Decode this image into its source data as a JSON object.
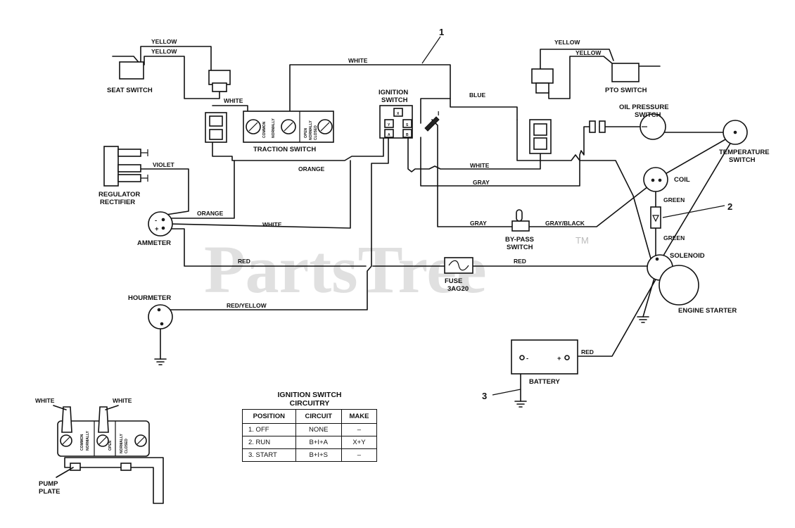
{
  "components": {
    "seat_switch": "SEAT SWITCH",
    "pto_switch": "PTO SWITCH",
    "traction_switch": "TRACTION SWITCH",
    "ignition_switch": [
      "IGNITION",
      "SWITCH"
    ],
    "oil_pressure_switch": [
      "OIL PRESSURE",
      "SWITCH"
    ],
    "temperature_switch": [
      "TEMPERATURE",
      "SWITCH"
    ],
    "regulator_rectifier": [
      "REGULATOR",
      "RECTIFIER"
    ],
    "ammeter": "AMMETER",
    "coil": "COIL",
    "bypass_switch": [
      "BY-PASS",
      "SWITCH"
    ],
    "solenoid": "SOLENOID",
    "engine_starter": "ENGINE STARTER",
    "fuse": [
      "FUSE",
      "3AG20"
    ],
    "hourmeter": "HOURMETER",
    "battery": "BATTERY",
    "pump_plate": [
      "PUMP",
      "PLATE"
    ]
  },
  "wires": {
    "yellow": "YELLOW",
    "white": "WHITE",
    "blue": "BLUE",
    "orange": "ORANGE",
    "violet": "VIOLET",
    "gray": "GRAY",
    "gray_black": "GRAY/BLACK",
    "green": "GREEN",
    "red": "RED",
    "red_yellow": "RED/YELLOW"
  },
  "switch_terms": {
    "common": "COMMON",
    "normally": "NORMALLY",
    "open": "OPEN",
    "closed": "CLOSED"
  },
  "ignition_terminals": [
    "X",
    "Y",
    "S",
    "A",
    "B"
  ],
  "ignition_lead": "I",
  "battery_terminals": {
    "neg": "-",
    "pos": "+"
  },
  "callouts": [
    "1",
    "2",
    "3"
  ],
  "watermark": {
    "text": "PartsTree",
    "tm": "TM"
  },
  "ignition_table": {
    "title": [
      "IGNITION SWITCH",
      "CIRCUITRY"
    ],
    "headers": [
      "POSITION",
      "CIRCUIT",
      "MAKE"
    ],
    "rows": [
      [
        "1.  OFF",
        "NONE",
        "–"
      ],
      [
        "2.  RUN",
        "B+I+A",
        "X+Y"
      ],
      [
        "3.  START",
        "B+I+S",
        "–"
      ]
    ]
  }
}
